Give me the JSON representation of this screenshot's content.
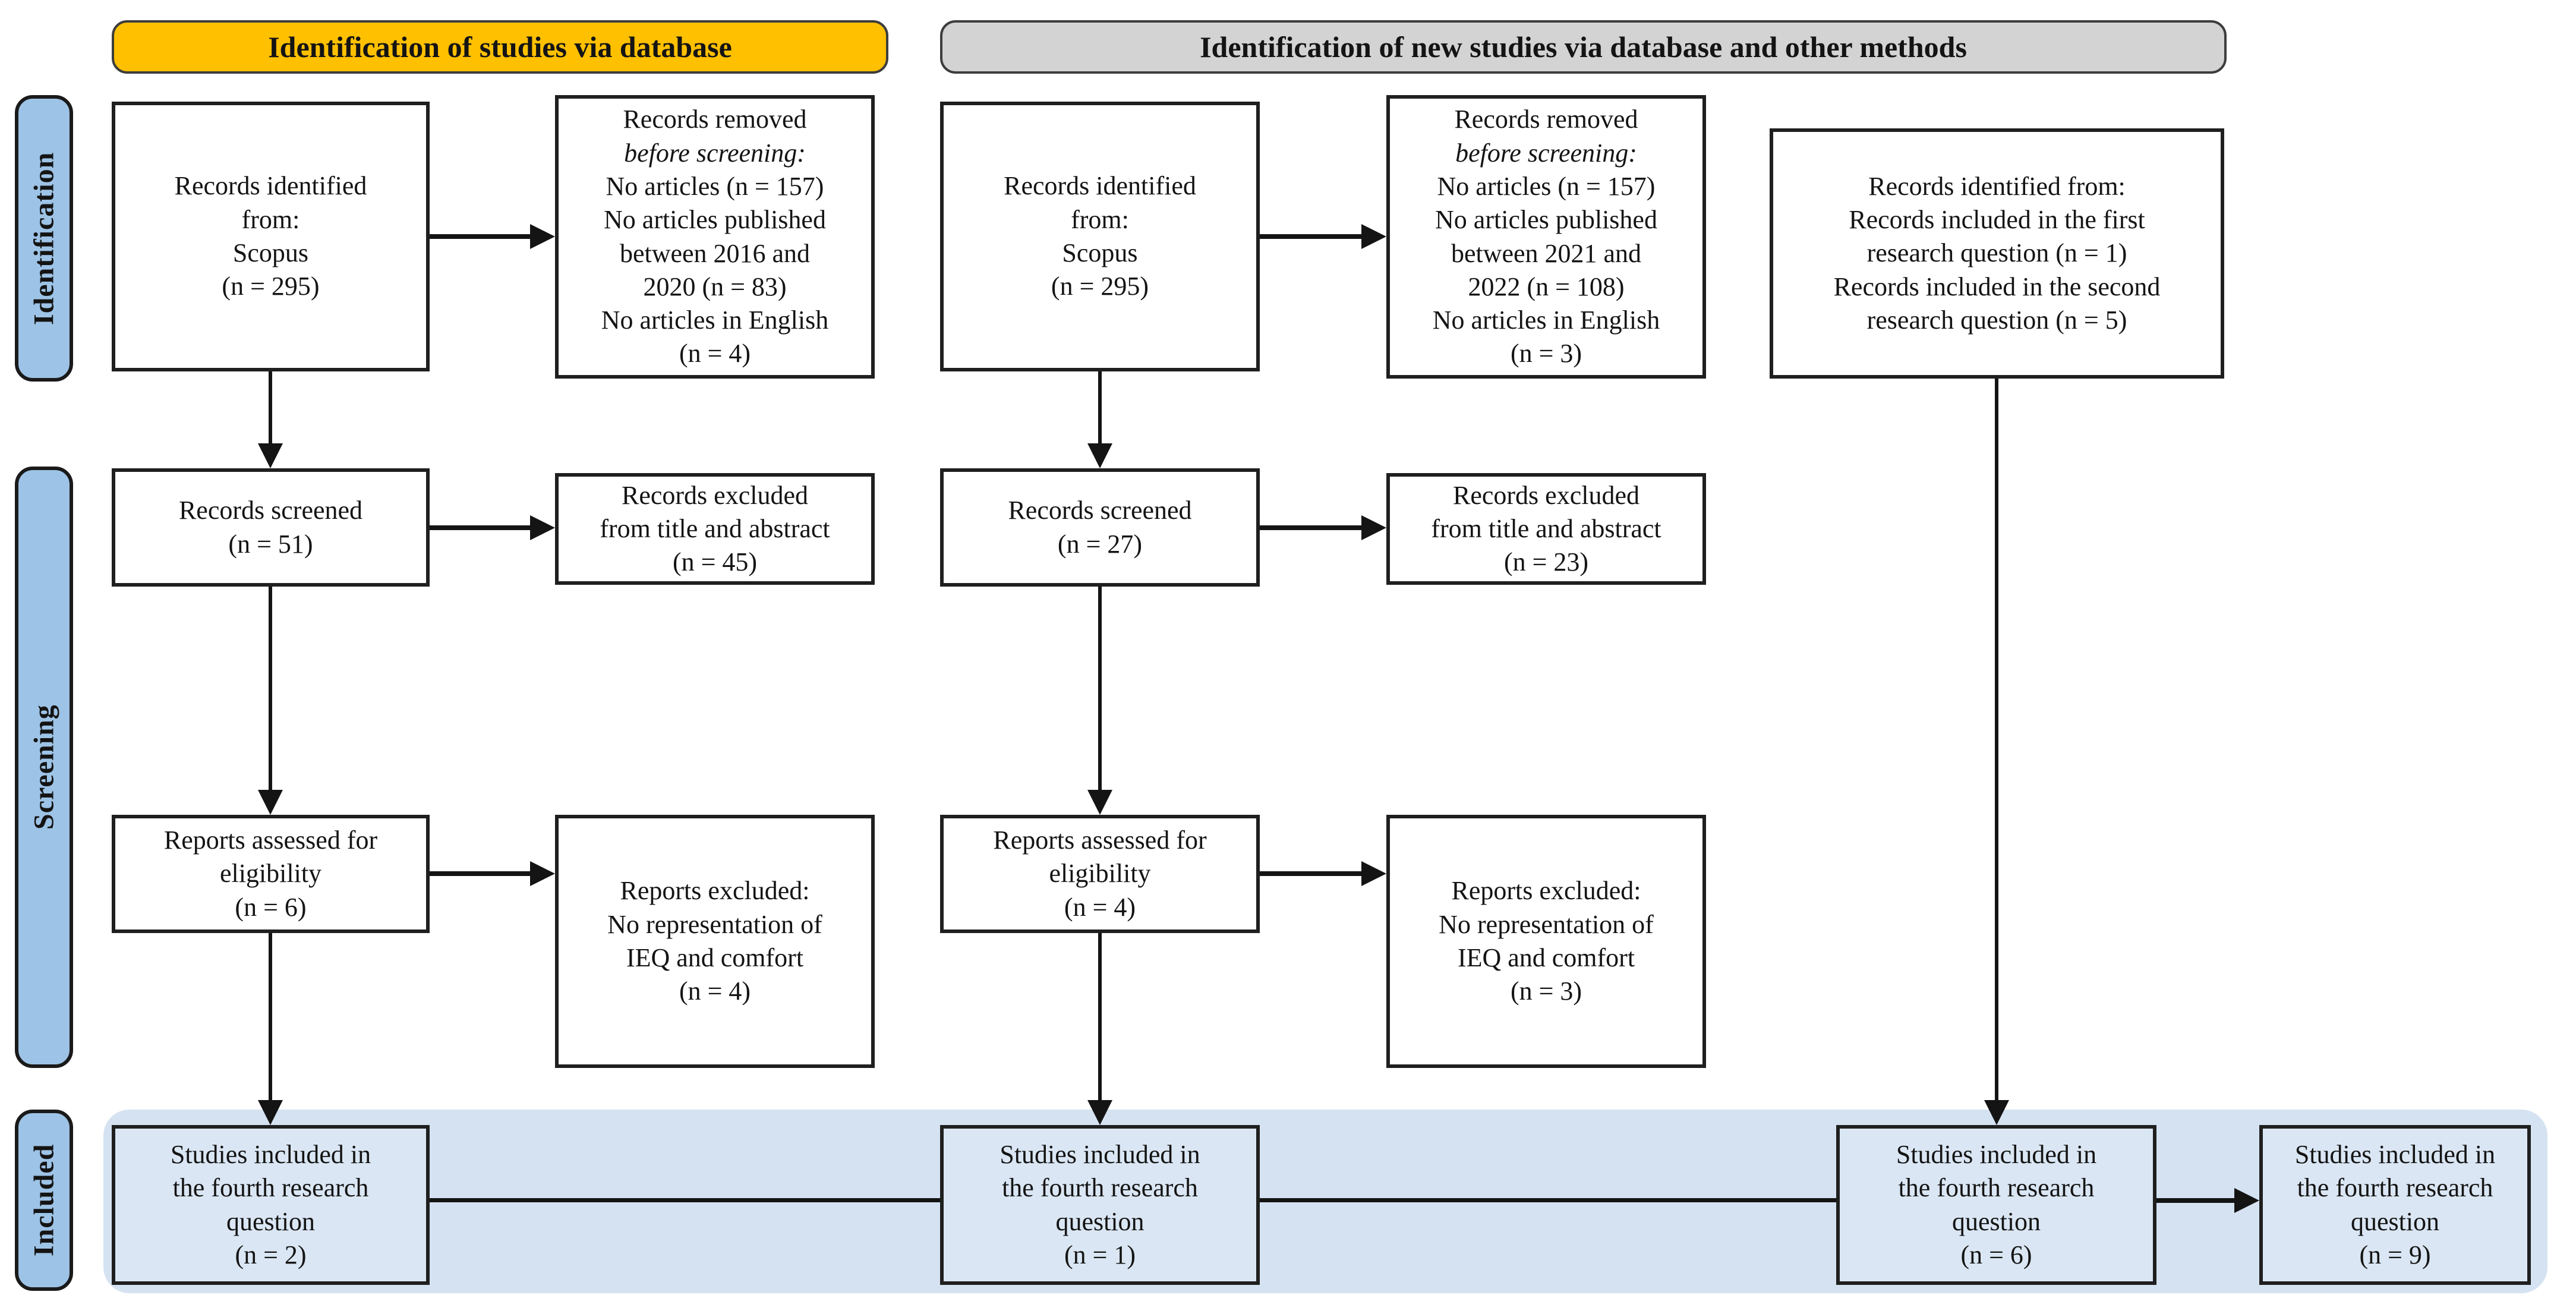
{
  "colors": {
    "banner_yellow": "#FFC000",
    "banner_gray": "#D3D3D3",
    "sidebar_blue": "#9DC3E6",
    "band_blue": "#D5E2F1",
    "box_blue": "#DAE6F3",
    "box_border": "#1F1F1F"
  },
  "banners": {
    "database": "Identification of studies via database",
    "new_methods": "Identification of new studies via database and other methods"
  },
  "sidebar": {
    "identification": "Identification",
    "screening": "Screening",
    "included": "Included"
  },
  "boxes": {
    "db_identified": "Records identified\nfrom:\nScopus\n(n = 295)",
    "db_removed_title": "Records removed",
    "db_removed_subtitle": "before screening:",
    "db_removed_items": "No articles (n = 157)\nNo articles published\nbetween 2016 and\n2020 (n = 83)\nNo articles in English\n(n = 4)",
    "db_screened": "Records screened\n(n = 51)",
    "db_excluded": "Records excluded\nfrom title and abstract\n(n = 45)",
    "db_assessed": "Reports assessed for\neligibility\n(n = 6)",
    "db_reports_excluded": "Reports excluded:\nNo representation of\nIEQ and comfort\n(n = 4)",
    "new_identified": "Records identified\nfrom:\nScopus\n(n = 295)",
    "new_removed_title": "Records removed",
    "new_removed_subtitle": "before screening:",
    "new_removed_items": "No articles (n = 157)\nNo articles published\nbetween 2021 and\n2022 (n = 108)\nNo articles in English\n(n = 3)",
    "new_screened": "Records screened\n(n = 27)",
    "new_excluded": "Records excluded\nfrom title and abstract\n(n = 23)",
    "new_assessed": "Reports assessed for\neligibility\n(n = 4)",
    "new_reports_excluded": "Reports excluded:\nNo representation of\nIEQ and comfort\n(n = 3)",
    "other_identified": "Records identified from:\nRecords included in the first\nresearch question (n = 1)\nRecords included in the second\nresearch question (n = 5)",
    "included_db": "Studies included in\nthe fourth research\nquestion\n(n = 2)",
    "included_new": "Studies included in\nthe fourth research\nquestion\n(n = 1)",
    "included_other": "Studies included in\nthe fourth research\nquestion\n(n = 6)",
    "included_total": "Studies included in\nthe fourth research\nquestion\n(n = 9)"
  }
}
